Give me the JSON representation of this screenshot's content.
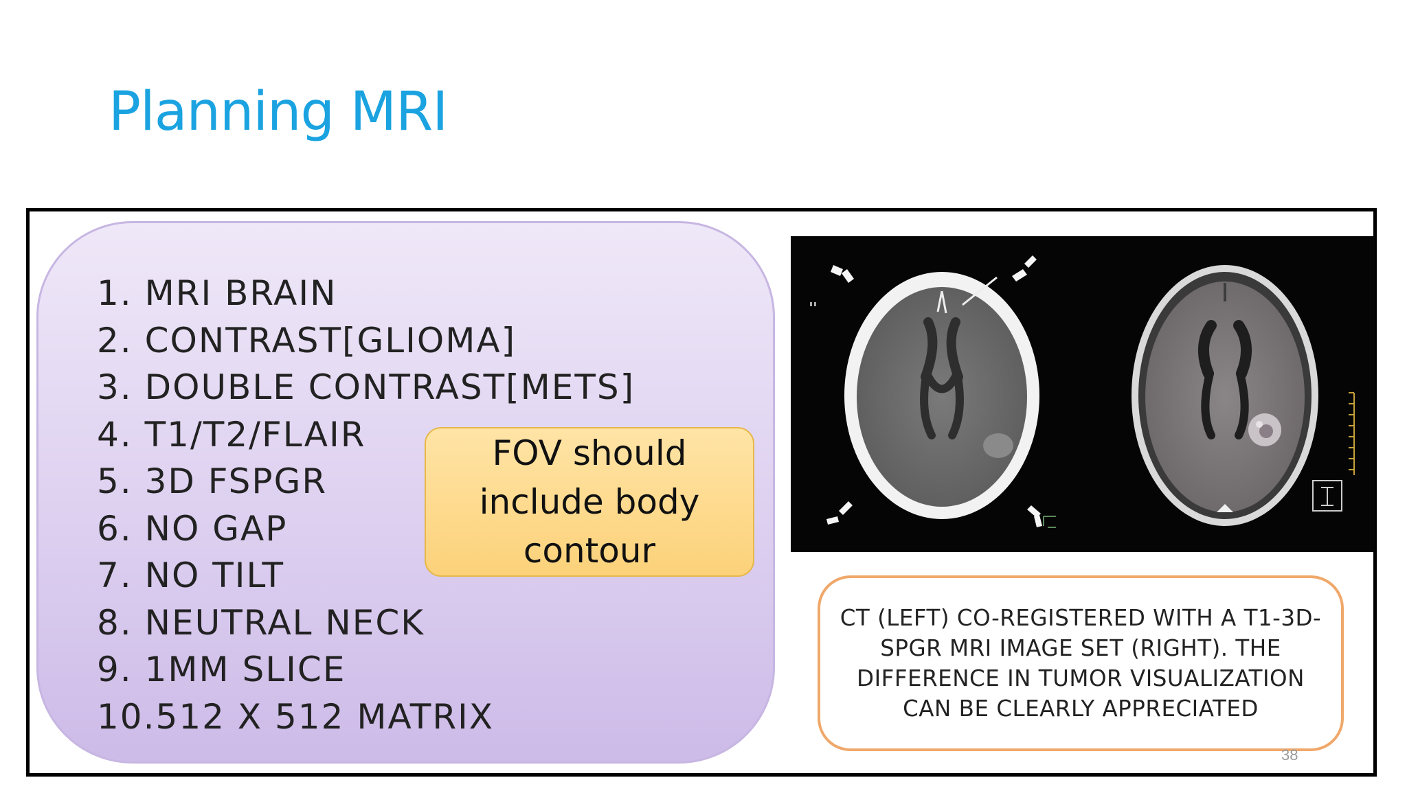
{
  "slide": {
    "title": "Planning MRI",
    "page_number": "38"
  },
  "protocol": {
    "items": [
      "1. MRI BRAIN",
      "2. CONTRAST[GLIOMA]",
      "3. DOUBLE  CONTRAST[METS]",
      "4. T1/T2/FLAIR",
      "5. 3D FSPGR",
      "6. NO GAP",
      "7. NO TILT",
      "8. NEUTRAL  NECK",
      "9. 1MM SLICE",
      "10.512 X 512 MATRIX"
    ]
  },
  "callout": {
    "text": "FOV should include body contour"
  },
  "scans": {
    "left_label": "CT",
    "right_label": "T1-3D-SPGR MRI"
  },
  "caption": {
    "text": "CT (LEFT) CO-REGISTERED WITH A T1-3D-SPGR MRI IMAGE SET (RIGHT). THE DIFFERENCE IN TUMOR VISUALIZATION CAN BE CLEARLY APPRECIATED"
  },
  "colors": {
    "title": "#1aa3e0",
    "protocol_panel": "#ddd0f0",
    "callout": "#fcd27a",
    "caption_border": "#f0a86a"
  }
}
